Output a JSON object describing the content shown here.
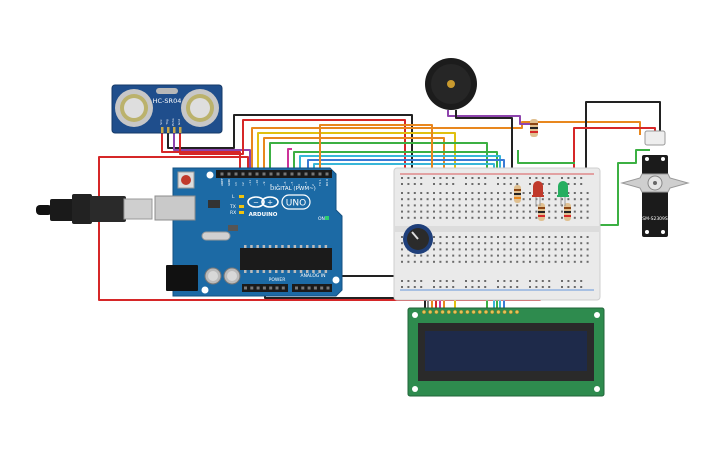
{
  "components": {
    "ultrasonic": {
      "model": "HC-SR04",
      "pins": [
        "Vcc",
        "Trig",
        "Echo",
        "Gnd"
      ]
    },
    "arduino": {
      "brand": "ARDUINO",
      "model": "UNO",
      "digital_label": "DIGITAL (PWM~)",
      "power_label": "POWER",
      "analog_label": "ANALOG IN",
      "tx": "TX",
      "rx": "RX",
      "l": "L",
      "on": "ON",
      "header_top": [
        "AREF",
        "GND",
        "13",
        "12",
        "~11",
        "~10",
        "~9",
        "8",
        "7",
        "~6",
        "~5",
        "4",
        "~3",
        "2",
        "TX 1",
        "RX 0"
      ],
      "header_power": [
        "IOREF",
        "RESET",
        "3.3V",
        "5V",
        "GND",
        "GND",
        "Vin"
      ],
      "header_analog": [
        "A0",
        "A1",
        "A2",
        "A3",
        "A4",
        "A5"
      ]
    },
    "servo": {
      "model": "SM-S2309S"
    },
    "buzzer": {
      "type": "piezo"
    },
    "potentiometer": {
      "type": "rotary"
    },
    "leds": [
      {
        "color": "#c0392b"
      },
      {
        "color": "#27ae60"
      }
    ],
    "lcd": {
      "type": "16x2",
      "pins": 16
    }
  },
  "wire_colors": {
    "red": "#d62728",
    "black": "#222222",
    "orange": "#e8871e",
    "yellow": "#e0c010",
    "green": "#3cb043",
    "blue": "#3a7bd5",
    "cyan": "#38b6d8",
    "purple": "#8e44ad",
    "magenta": "#cc3399",
    "grey": "#888888"
  }
}
